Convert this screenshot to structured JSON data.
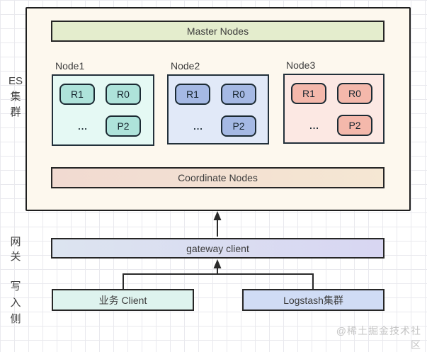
{
  "side_labels": {
    "es_cluster": [
      "ES",
      "集",
      "群"
    ],
    "gateway": [
      "网",
      "关"
    ],
    "write_side": [
      "写",
      "入",
      "侧"
    ]
  },
  "cluster": {
    "master_bar_label": "Master Nodes",
    "coordinate_bar_label": "Coordinate Nodes",
    "nodes": [
      {
        "name": "Node1",
        "shards": [
          "R1",
          "R0",
          "...",
          "P2"
        ]
      },
      {
        "name": "Node2",
        "shards": [
          "R1",
          "R0",
          "...",
          "P2"
        ]
      },
      {
        "name": "Node3",
        "shards": [
          "R1",
          "R0",
          "...",
          "P2"
        ]
      }
    ]
  },
  "gateway": {
    "label": "gateway client"
  },
  "clients": [
    {
      "label": "业务 Client"
    },
    {
      "label": "Logstash集群"
    }
  ],
  "watermark": "@稀土掘金技术社区",
  "colors": {
    "outer_box_bg": "#fdf8ee",
    "master_bar_bg": "#e4edcd",
    "coordinate_bar_bg": "#f3e1d2",
    "gateway_bar_bg": "#d9d8f3",
    "node1_bg": "#e5f9f4",
    "node1_shard": "#aee3da",
    "node2_bg": "#e1e9f8",
    "node2_shard": "#a5b9e4",
    "node3_bg": "#fce8e3",
    "node3_shard": "#f4b8ab",
    "business_client_bg": "#def3ee",
    "logstash_bg": "#d0dcf5",
    "border": "#262626",
    "grid_line": "#e9e9ee"
  }
}
